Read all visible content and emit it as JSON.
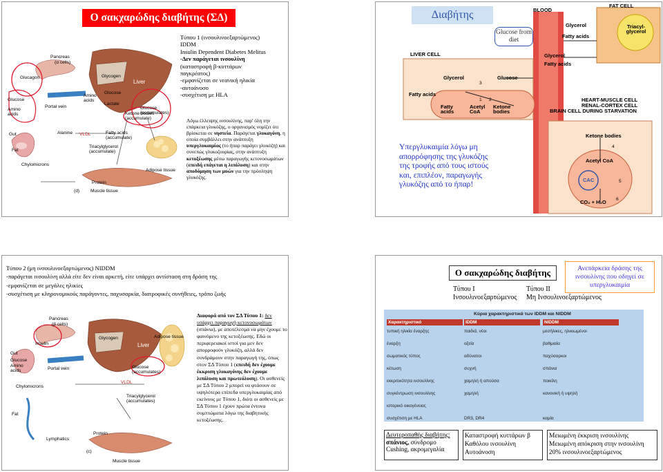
{
  "slide1": {
    "title": "Ο σακχαρώδης διαβήτης (ΣΔ)",
    "type1_lines": [
      "Τύπου 1 (ινσουλινοεξαρτώμενος)",
      "IDDM",
      "Insulin Dependent Diabetes Melitus"
    ],
    "no_insulin": "-Δεν παράγεται ινσουλίνη",
    "type1_lines2": [
      "(καταστροφή β-κυττάρων",
      "παγκρέατος)",
      "-εμφανίζεται σε νεανική ηλικία",
      "-αυτοάνοσο",
      "-συσχέτιση με HLA"
    ],
    "para_start": "Λόγω έλλειψης ινσουλίνης, παρ' όλη την επάρκεια γλυκόζης, ο οργανισμός νομίζει ότι βρίσκεται σε",
    "para_nistia": "νηστεία",
    "para_glucagon_pre": ". Παράγεται",
    "para_glucagon": "γλυκαγόνη",
    "para_mid1": ", η οποία συμβάλλει στην ανάπτυξη",
    "para_hyper": "υπεργλυκαιμίας",
    "para_mid2": "(το ήπαρ παράγει γλυκόζη) και συνεπώς γλυκοζουρίας, στην ανάπτυξη",
    "para_ketosis": "κετοξέωσης",
    "para_mid3": "μέσω παραγωγής κετονοσωμάτων (",
    "para_lipolysis": "επειδή επάγεται η λιπόλυση",
    "para_mid4": ") και στην",
    "para_muscle": "αποδόμηση των μυών",
    "para_end": "για την πρόσληψη γλυκόζης.",
    "diagram": {
      "pancreas": "Pancreas",
      "alpha_cells": "(α cells)",
      "glucagon": "Glucagon",
      "glucose": "Glucose",
      "amino_acids": "Amino acids",
      "gut": "Gut",
      "fat": "Fat",
      "chylomicrons": "Chylomicrons",
      "portal_vein": "Portal vein",
      "glycogen": "Glycogen",
      "liver": "Liver",
      "amino_acids_liver": "Amino acids",
      "lactate": "Lactate",
      "alanine": "Alanine",
      "vldl": "VLDL",
      "ketone_bodies": "Ketone bodies (accumulate)",
      "fatty_acids": "Fatty acids (accumulate)",
      "triacylglycerol": "Triacylglycerol (accumulate)",
      "glucose_acc": "Glucose (accumulates)",
      "adipose": "Adipose tissue",
      "protein": "Protein",
      "muscle": "Muscle tissue",
      "panel": "(d)"
    }
  },
  "slide2": {
    "title": "Διαβήτης",
    "glucose_from_diet": "Glucose from diet",
    "blood": "BLOOD",
    "fat_cell": "FAT CELL",
    "glycerol": "Glycerol",
    "fatty_acids": "Fatty acids",
    "triacylglycerol": "Triacyl-glycerol",
    "liver_cell": "LIVER CELL",
    "glucose": "Glucose",
    "fatty_acids_liver": "Fatty acids",
    "acetyl_coa": "Acetyl CoA",
    "ketone_bodies": "Ketone bodies",
    "heart_cell": "HEART-MUSCLE CELL",
    "renal_cell": "RENAL-CORTEX CELL",
    "brain_cell": "BRAIN CELL DURING STARVATION",
    "ketone_bodies_2": "Ketone bodies",
    "acetyl_coa_2": "Acetyl CoA",
    "cac": "CAC",
    "products": "CO₂ + H₂O",
    "steps": [
      "1",
      "2",
      "3",
      "4",
      "5",
      "6"
    ],
    "text": "Υπεργλυκαιμία λόγω μη απορρόφησης της γλυκόζης της τροφής από τους ιστούς και, επιπλέον, παραγωγής γλυκόζης από το ήπαρ!"
  },
  "slide3": {
    "lines": [
      "Τύπου 2 (μη ινσουλινοεξαρτώμενος) NIDDM",
      "-παράγεται ινσουλίνη αλλά είτε δεν είναι αρκετή, είτε υπάρχει αντίσταση στη δράση της",
      "-εμφανίζεται σε μεγάλες ηλικίες",
      "-συσχέτιση με κληρονομικούς παράγοντες, παχυσαρκία, διατροφικές συνήθειες, τρόπο ζωής"
    ],
    "diff_title": "Διαφορά από τον ΣΔ Τύπου 1:",
    "diff_u1": "δεν υπάρχει παραγωγή κετονοσωμάτων",
    "diff_t1": "(σπάνια), με αποτέλεσμα να μην έχουμε το φαινόμενο της κετοξέωσης. Εδώ οι περιφερειακοί ιστοί για μεν δεν απορροφούν γλυκόζη, αλλά δεν συνδράμουν στην παραγωγή της, όπως στον ΣΔ Τύπου 1 (",
    "diff_b2": "επειδή δεν έχουμε έκκριση γλυκαγόνης δεν έχουμε λιπόλυση και πρωτεόλυση",
    "diff_t2": "). Οι ασθενείς με ΣΔ Τύπου 2 μπορεί να φτάσουν σε υψηλότερα επίπεδα υπεργλυκαιμίας από εκείνους με Τύπου 1, διότι οι ασθενείς με ΣΔ Τύπου 1 έχουν πρώτα έντονα συμπτώματα λόγω της διαβητικής κετοξέωσης.",
    "diagram": {
      "pancreas": "Pancreas",
      "beta_cells": "(β cells)",
      "insulin": "Insulin",
      "gut": "Gut",
      "glucose": "Glucose",
      "amino_acids": "Amino acids",
      "fat": "Fat",
      "chylomicrons": "Chylomicrons",
      "portal_vein": "Portal vein",
      "glycogen": "Glycogen",
      "liver": "Liver",
      "adipose": "Adipose tissue",
      "glucose_acc": "Glucose (accumulates)",
      "vldl": "VLDL",
      "triacylglycerol": "Triacylglycerol (accumulates)",
      "lymphatics": "Lymphatics",
      "protein": "Protein",
      "muscle": "Muscle tissue",
      "panel": "(c)"
    }
  },
  "slide4": {
    "title": "Ο σακχαρώδης διαβήτης",
    "callout": "Ανεπάρκεια δράσης της ινσουλίνης που οδηγεί σε υπεργλυκαιμία",
    "type1_label": "Τύπου Ι",
    "type1_sub": "Ινσουλινοεξαρτώμενος",
    "type2_label": "Τύπου ΙΙ",
    "type2_sub": "Μη Ινσουλινοεξαρτώμενος",
    "table_title": "Κύρια χαρακτηριστικά των IDDM και NIDDM",
    "table_headers": [
      "Χαρακτηριστικό",
      "IDDM",
      "NIDDM"
    ],
    "table_rows": [
      [
        "τυπική ηλικία έναρξης",
        "παιδιά, νέοι",
        "μεσήλικες, ηλικιωμένοι"
      ],
      [
        "έναρξη",
        "οξεία",
        "βαθμιαία"
      ],
      [
        "σωματικός τύπος",
        "αδύνατοι",
        "παχύσαρκοι"
      ],
      [
        "κέτωση",
        "συχνή",
        "σπάνια"
      ],
      [
        "εκκριτικότητα ινσουλίνης",
        "χαμηλή ή απούσα",
        "ποικίλη"
      ],
      [
        "συγκέντρωση ινσουλίνης",
        "χαμηλή",
        "κανονική ή υψηλή"
      ],
      [
        "ιστορικό οικογένειας",
        "",
        ""
      ],
      [
        "συσχέτιση με HLA",
        "DR3, DR4",
        "καμία"
      ]
    ],
    "box1": "Δευτεροπαθής διαβήτης: σπάνιος, σύνδρομο Cushing, ακρομεγαλία",
    "box1_u": "Δευτεροπαθής διαβήτης:",
    "box1_b": "σπάνιος,",
    "box1_rest": "σύνδρομο Cushing, ακρομεγαλία",
    "box2": "Καταστροφή κυττάρων β Καθόλου ινσουλίνη Αυτοάνοση",
    "box3": "Μειωμένη έκκριση ινσουλίνης Μειωμένη απόκριση στην ινσουλίνη 20% ινσουλινοεξαρτώμενος"
  },
  "colors": {
    "title_red": "#ff0000",
    "callout_blue": "#3b2fd9",
    "callout_border": "#ff9933",
    "liver_brown": "#a85a3c",
    "pancreas": "#e8b6a6",
    "vein_blue": "#3a7fc2"
  }
}
